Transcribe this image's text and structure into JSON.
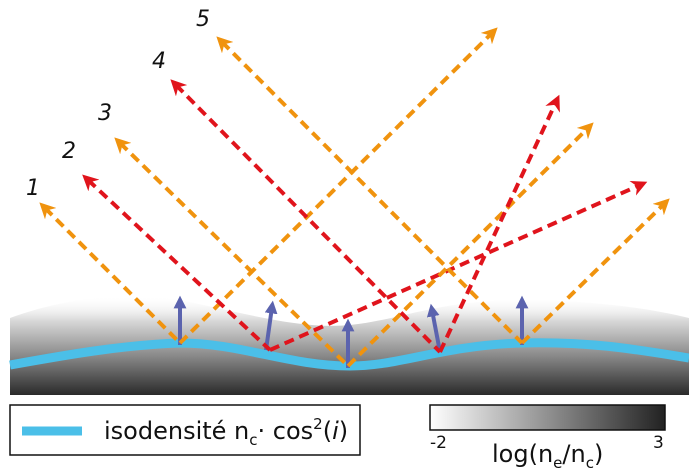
{
  "rays": [
    {
      "label": "1",
      "color": "#f0930e"
    },
    {
      "label": "2",
      "color": "#e0141c"
    },
    {
      "label": "3",
      "color": "#f0930e"
    },
    {
      "label": "4",
      "color": "#e0141c"
    },
    {
      "label": "5",
      "color": "#f0930e"
    }
  ],
  "legend": {
    "swatch_color": "#4bbfe8",
    "text_main": "isodensité n",
    "text_sub": "c",
    "text_mid": "· cos",
    "text_sup": "2",
    "text_paren_open": "(",
    "text_italic": "i",
    "text_paren_close": ")"
  },
  "colorbar": {
    "min_label": "-2",
    "max_label": "3",
    "label_main": "log(n",
    "label_sub_e": "e",
    "label_slash": "/n",
    "label_sub_c": "c",
    "label_close": ")"
  },
  "colors": {
    "orange_ray": "#f0930e",
    "red_ray": "#e0141c",
    "isodensity": "#4bbfe8",
    "normal_arrow": "#5b63ae"
  },
  "icons": [
    "arrow-head-icon",
    "normal-vector-icon"
  ]
}
